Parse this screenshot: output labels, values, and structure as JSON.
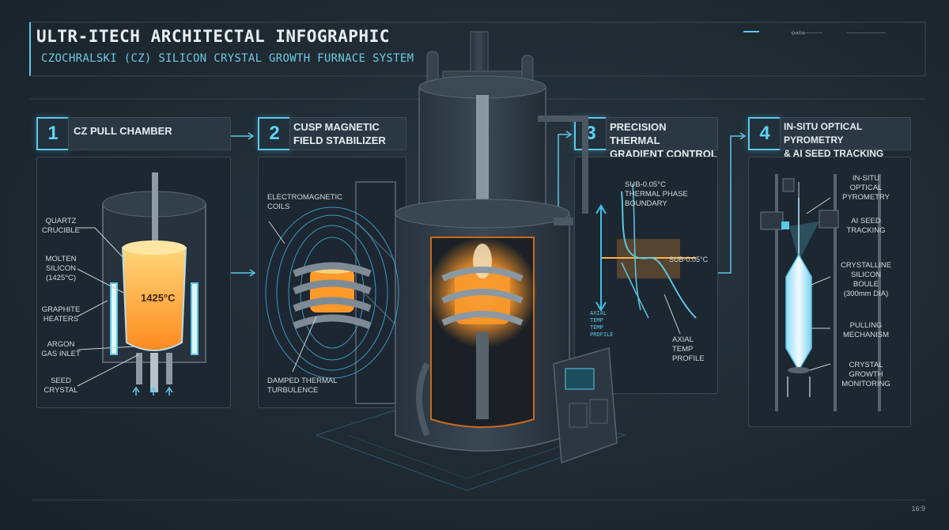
{
  "header": {
    "title": "ULTR-ITECH ARCHITECTAL INFOGRAPHIC",
    "subtitle": "CZOCHRALSKI (CZ) SILICON CRYSTAL GROWTH FURNACE SYSTEM",
    "tabs": [
      "DATA"
    ]
  },
  "panels": [
    {
      "number": "1",
      "title_lines": [
        "CZ PULL CHAMBER"
      ]
    },
    {
      "number": "2",
      "title_lines": [
        "CUSP MAGNETIC",
        "FIELD STABILIZER"
      ]
    },
    {
      "number": "3",
      "title_lines": [
        "PRECISION THERMAL",
        "GRADIENT CONTROL"
      ]
    },
    {
      "number": "4",
      "title_lines": [
        "IN-SITU OPTICAL PYROMETRY",
        "& AI SEED TRACKING"
      ]
    }
  ],
  "panel1": {
    "labels": [
      [
        "QUARTZ",
        "CRUCIBLE"
      ],
      [
        "MOLTEN",
        "SILICON",
        "(1425°C)"
      ],
      [
        "GRAPHITE",
        "HEATERS"
      ],
      [
        "ARGON",
        "GAS INLET"
      ],
      [
        "SEED",
        "CRYSTAL"
      ]
    ],
    "melt_temp": "1425°C"
  },
  "panel2": {
    "labels": [
      [
        "ELECTROMAGNETIC",
        "COILS"
      ],
      [
        "DAMPED THERMAL",
        "TURBULENCE"
      ]
    ]
  },
  "panel3": {
    "boundary_label": [
      "SUB-0.05°C",
      "THERMAL PHASE",
      "BOUNDARY"
    ],
    "boundary_value": "SUB-0.05°C",
    "axis_label": [
      "AXIAL",
      "TEMP",
      "TEMP",
      "PROFILE"
    ],
    "profile_label": [
      "AXIAL",
      "TEMP",
      "PROFILE"
    ]
  },
  "panel4": {
    "labels": [
      [
        "IN-SITU",
        "OPTICAL",
        "PYROMETRY"
      ],
      [
        "AI SEED",
        "TRACKING"
      ],
      [
        "CRYSTALLINE",
        "SILICON",
        "BOULE",
        "(300mm DIA)"
      ],
      [
        "PULLING",
        "MECHANISM"
      ],
      [
        "CRYSTAL",
        "GROWTH",
        "MONITORING"
      ]
    ]
  },
  "footer": {
    "ratio": "16:9"
  },
  "colors": {
    "accent": "#5cc8e6",
    "glow": "#ff9a2a",
    "melt": "#ffb43c"
  }
}
